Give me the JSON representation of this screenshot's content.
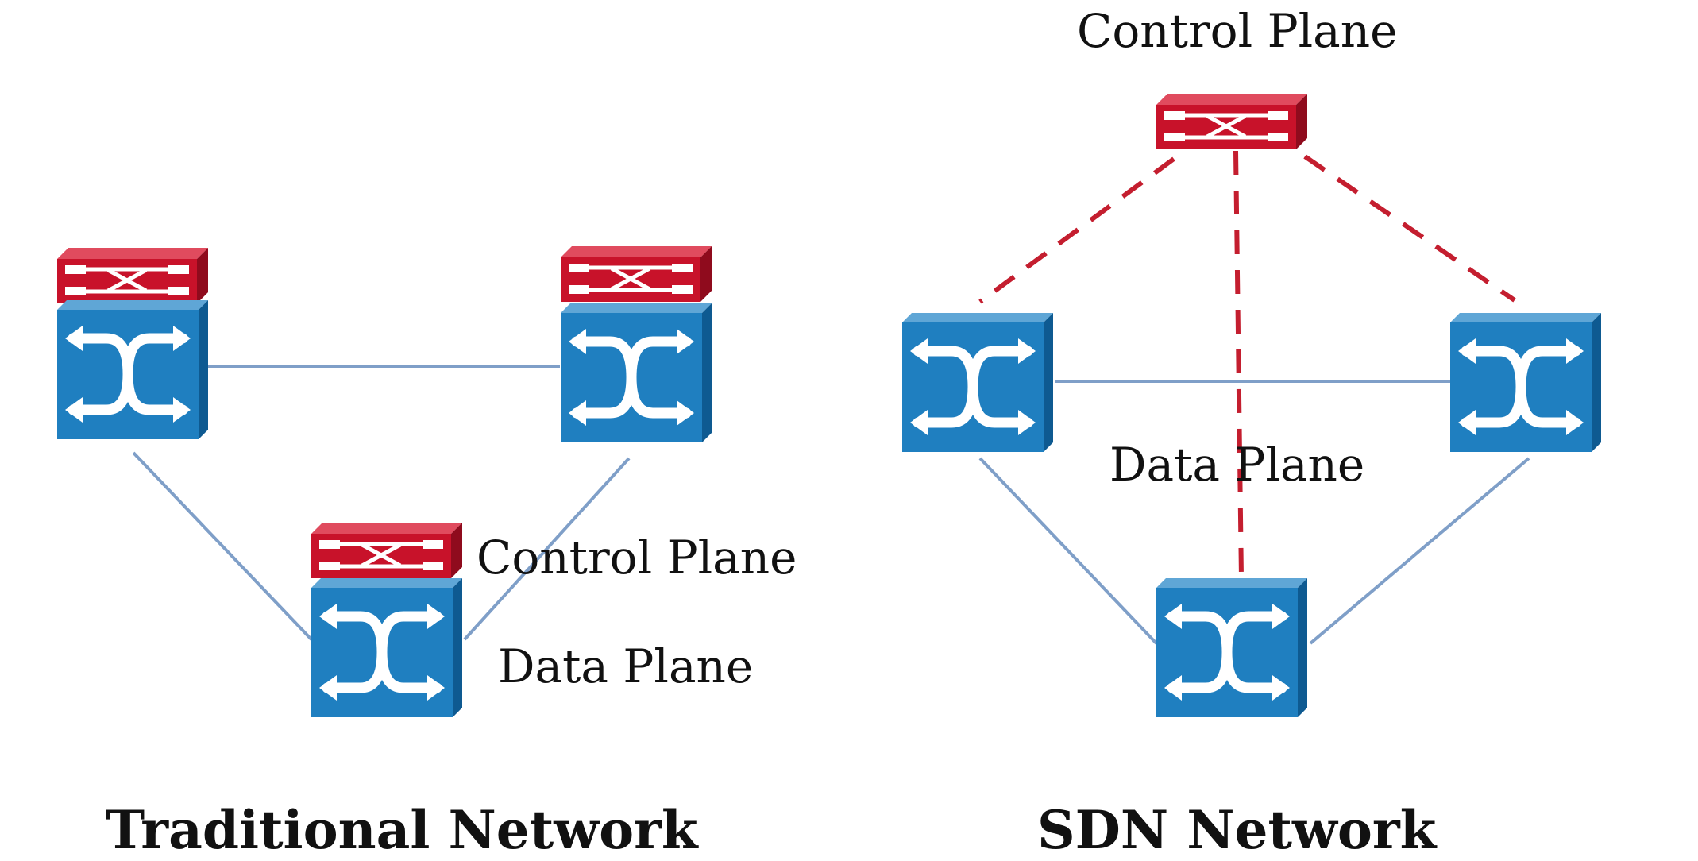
{
  "traditional": {
    "caption": "Traditional Network",
    "control_label": "Control Plane",
    "data_label": "Data Plane"
  },
  "sdn": {
    "caption": "SDN Network",
    "control_label": "Control Plane",
    "data_label": "Data Plane"
  },
  "icons": {
    "switch": "switch-icon",
    "controller": "controller-icon"
  },
  "colors": {
    "background": "#ffffff",
    "switch_front": "#1f7fc0",
    "switch_side": "#0e5a91",
    "switch_top": "#5fa6d6",
    "controller_front": "#c8122a",
    "controller_top": "#e04b5e",
    "controller_side": "#8f0b1d",
    "data_link": "#7f9fc8",
    "control_link": "#c41e2f"
  }
}
